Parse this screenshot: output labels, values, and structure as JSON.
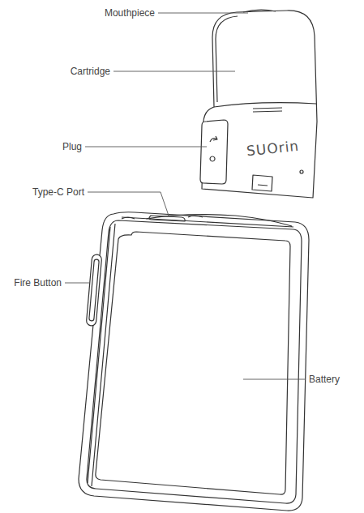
{
  "diagram": {
    "labels": [
      "Mouthpiece",
      "Cartridge",
      "Plug",
      "Type-C Port",
      "Fire Button",
      "Battery",
      "SUOrin"
    ]
  }
}
